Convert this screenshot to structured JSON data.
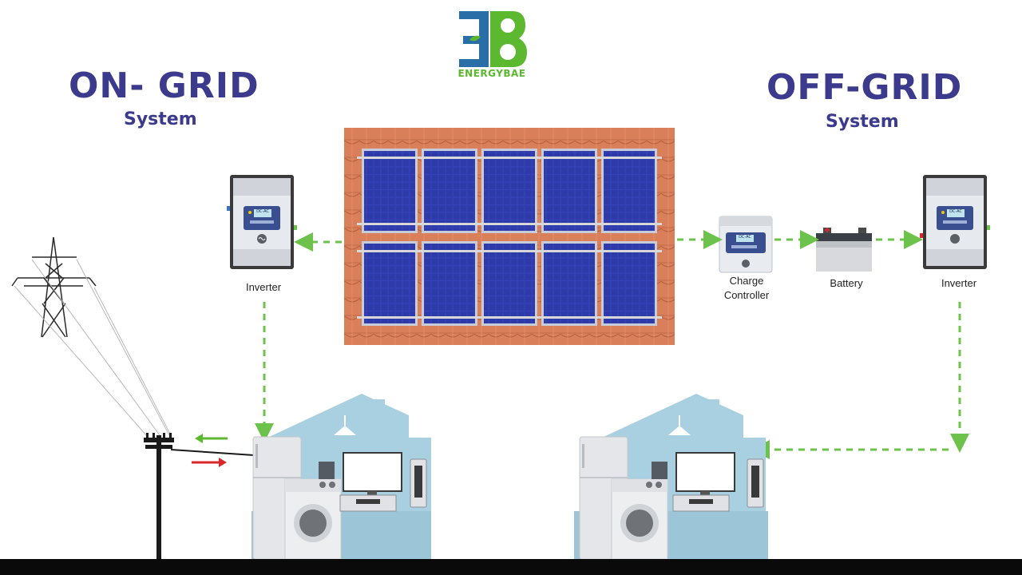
{
  "logo": {
    "brand": "ENERGYBAE",
    "mark": "EB",
    "green": "#5cb82e",
    "blue": "#2a6ea8"
  },
  "on_grid": {
    "title": "ON- GRID",
    "subtitle": "System",
    "inverter_label": "Inverter"
  },
  "off_grid": {
    "title": "OFF-GRID",
    "subtitle": "System",
    "charge_controller_label_line1": "Charge",
    "charge_controller_label_line2": "Controller",
    "battery_label": "Battery",
    "inverter_label": "Inverter"
  },
  "inverter_display": "DC-AC",
  "colors": {
    "title": "#3b3a8c",
    "flow_arrow": "#6cc24a",
    "export_arrow": "#5cb82e",
    "import_arrow": "#d9262b",
    "roof": "#d9805a",
    "panel": "#2f3fae",
    "house": "#a9d0e0",
    "bottom_bar": "#0a0a0a"
  }
}
